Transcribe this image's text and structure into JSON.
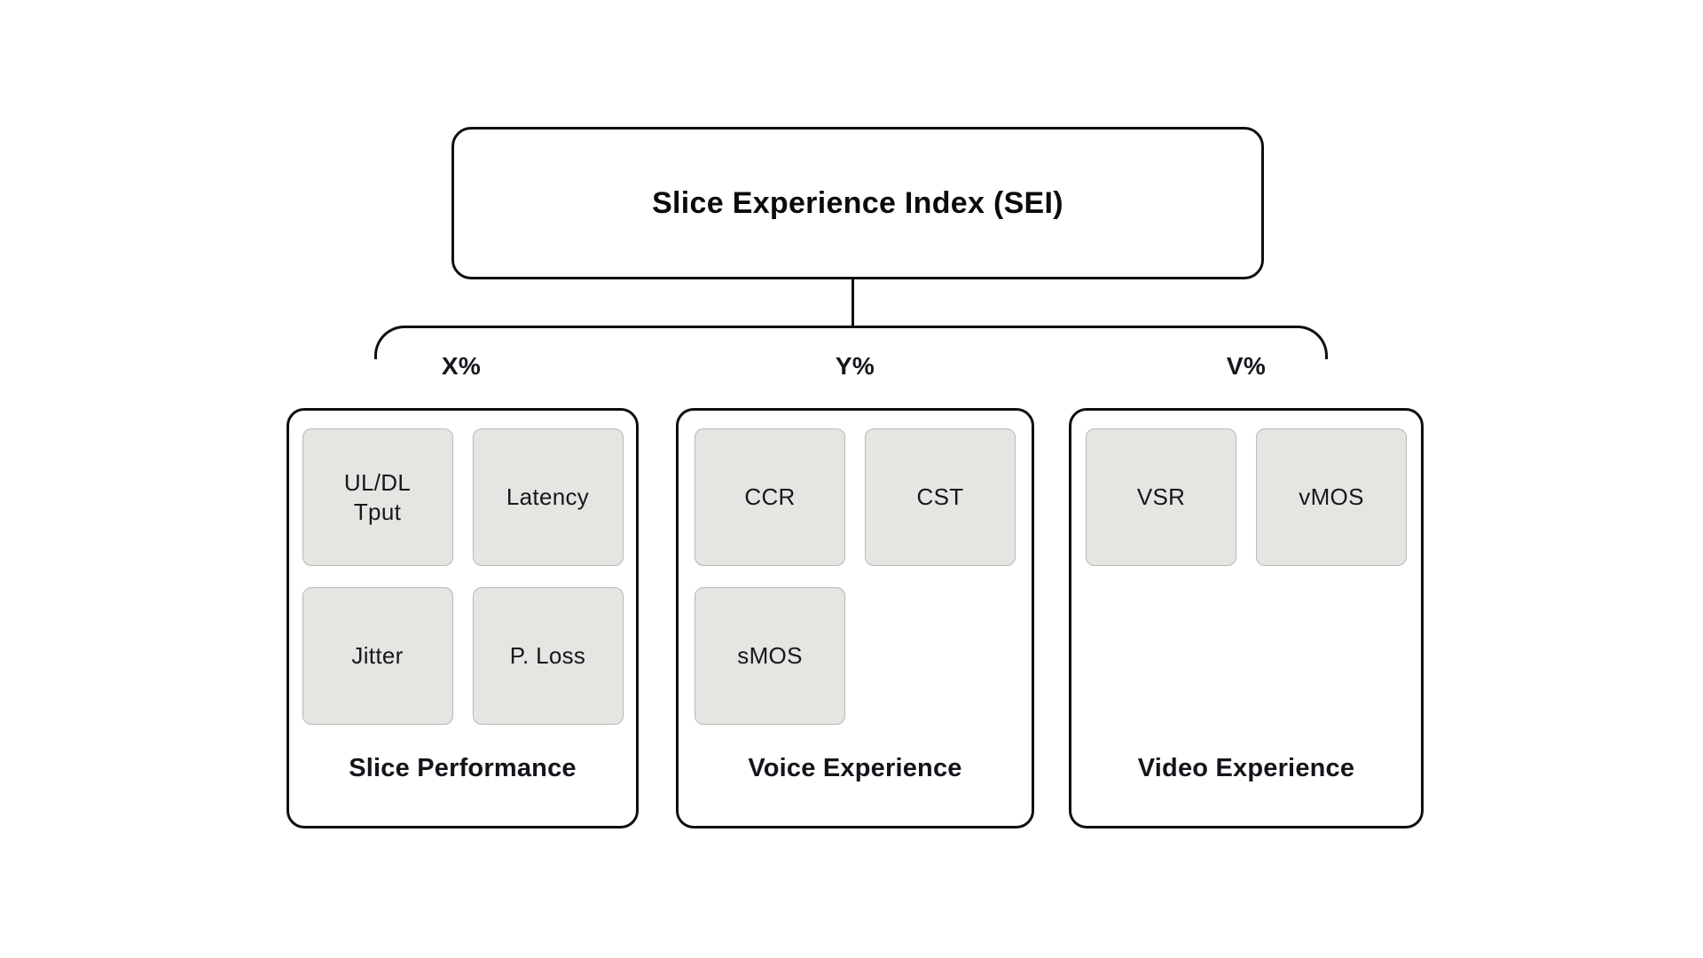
{
  "root": {
    "title": "Slice Experience Index (SEI)"
  },
  "groups": [
    {
      "weight": "X%",
      "title": "Slice Performance",
      "metrics": [
        "UL/DL\nTput",
        "Latency",
        "Jitter",
        "P. Loss"
      ]
    },
    {
      "weight": "Y%",
      "title": "Voice Experience",
      "metrics": [
        "CCR",
        "CST",
        "sMOS"
      ]
    },
    {
      "weight": "V%",
      "title": "Video Experience",
      "metrics": [
        "VSR",
        "vMOS"
      ]
    }
  ],
  "colors": {
    "stroke": "#0f0f13",
    "text_dark": "#16161d",
    "metric_fill": "#e5e5e2",
    "metric_border": "#b8b8b5",
    "background": "#ffffff"
  }
}
